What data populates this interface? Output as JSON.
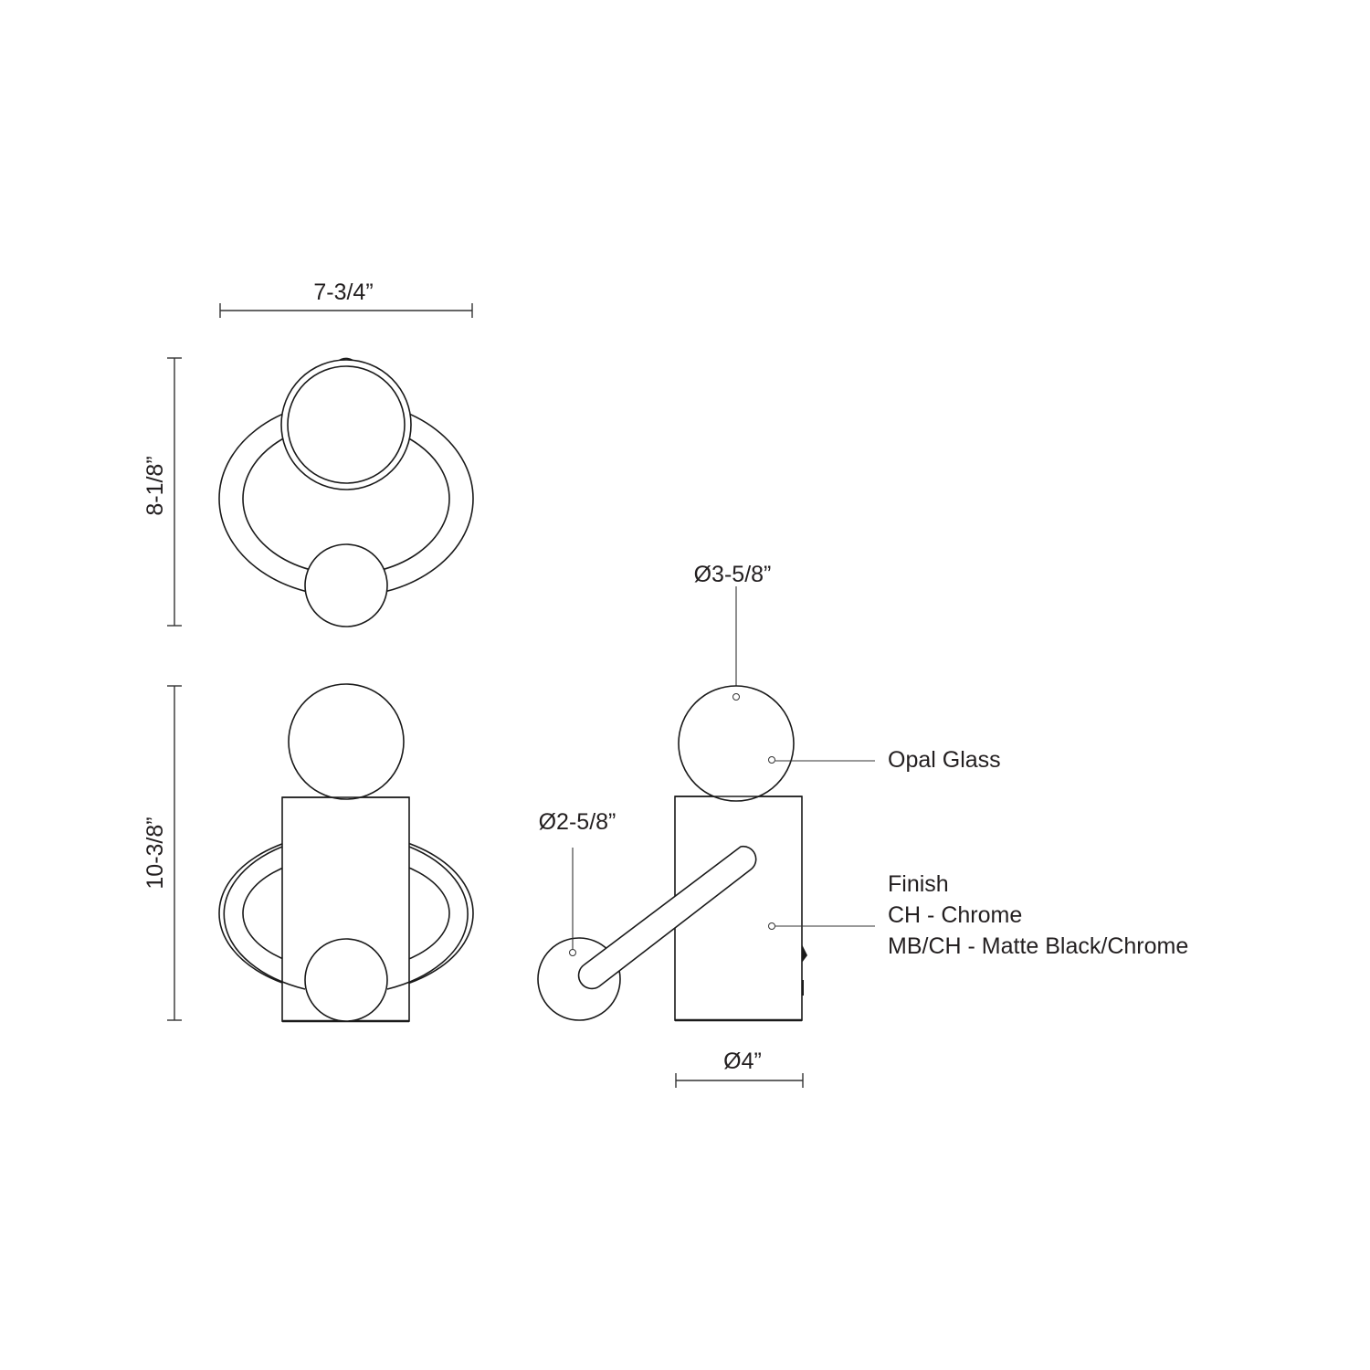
{
  "drawing": {
    "type": "technical-dimension-drawing",
    "subject": "table lamp",
    "views": [
      {
        "name": "top-view",
        "dimensions": {
          "width": "7-3/4”",
          "depth": "8-1/8”"
        }
      },
      {
        "name": "front-view",
        "dimensions": {
          "height": "10-3/8”"
        }
      },
      {
        "name": "side-view",
        "dimensions": {
          "globe_diameter": "Ø3-5/8”",
          "disc_diameter": "Ø2-5/8”",
          "base_diameter": "Ø4”"
        }
      }
    ]
  },
  "labels": {
    "top_width": "7-3/4”",
    "top_depth": "8-1/8”",
    "front_height": "10-3/8”",
    "globe_diameter": "Ø3-5/8”",
    "disc_diameter": "Ø2-5/8”",
    "base_diameter": "Ø4”"
  },
  "callouts": {
    "glass": "Opal Glass",
    "finish_title": "Finish",
    "finish_options": [
      "CH - Chrome",
      "MB/CH - Matte Black/Chrome"
    ]
  },
  "colors": {
    "line": "#1a1a1a",
    "text": "#231f20",
    "background": "#ffffff"
  }
}
